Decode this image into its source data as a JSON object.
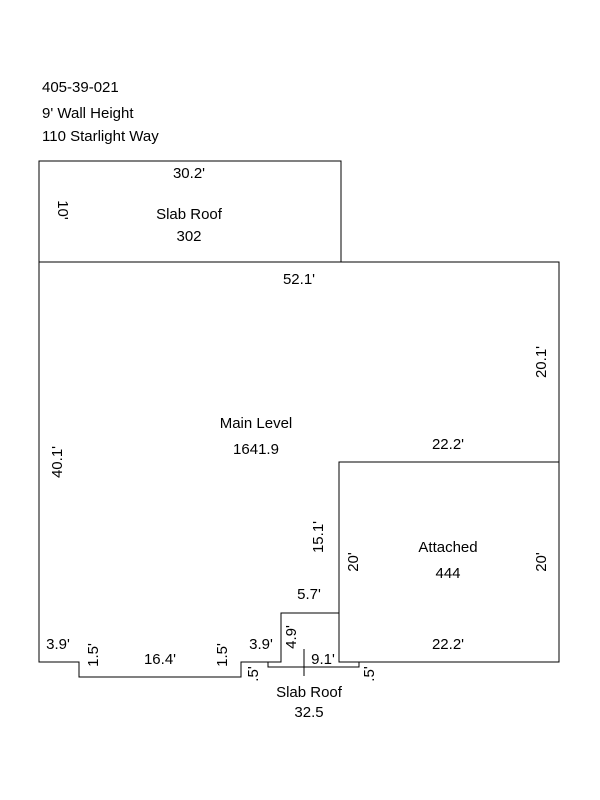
{
  "header": {
    "parcel_id": "405-39-021",
    "wall_height": "9' Wall Height",
    "address": "110 Starlight Way"
  },
  "areas": {
    "slab_roof_top": {
      "label": "Slab Roof",
      "value": "302"
    },
    "main_level": {
      "label": "Main Level",
      "value": "1641.9"
    },
    "attached": {
      "label": "Attached",
      "value": "444"
    },
    "slab_roof_bottom": {
      "label": "Slab Roof",
      "value": "32.5"
    }
  },
  "dimensions": {
    "slab_top_width": "30.2'",
    "slab_top_height": "10'",
    "main_top_width": "52.1'",
    "main_right_upper": "20.1'",
    "main_left_height": "40.1'",
    "attached_top": "22.2'",
    "attached_inner_left": "15.1'",
    "attached_left": "20'",
    "attached_right": "20'",
    "attached_bottom": "22.2'",
    "notch_top": "5.7'",
    "notch_side": "4.9'",
    "bottom_left_short": "3.9'",
    "bump_left": "1.5'",
    "bump_width": "16.4'",
    "bump_right": "1.5'",
    "bottom_mid_short": "3.9'",
    "slab_bottom_left": ".5'",
    "slab_bottom_width": "9.1'",
    "slab_bottom_right": ".5'"
  }
}
